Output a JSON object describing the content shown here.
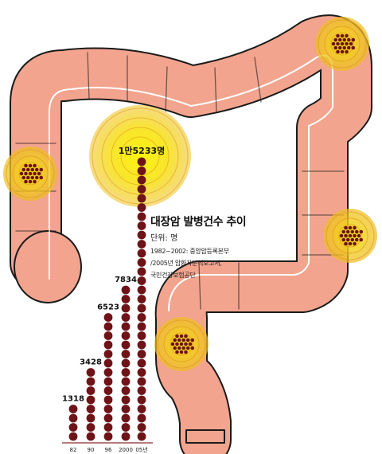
{
  "chart_data": {
    "type": "bar",
    "title": "대장암 발병건수 추이",
    "unit": "단위: 명",
    "sources": [
      "1982~2002: 중앙암등록본부",
      "/2005년 암환자분석보고서,",
      "국민건강보험공단"
    ],
    "categories": [
      "82",
      "90",
      "96",
      "2000",
      "05년"
    ],
    "values": [
      1318,
      3428,
      6523,
      7834,
      15233
    ],
    "value_labels": [
      "1318",
      "3428",
      "6523",
      "7834",
      "1만5233명"
    ],
    "ylim": [
      0,
      15233
    ]
  },
  "colors": {
    "intestine": "#f2a48e",
    "intestine_outline": "#1a1a1a",
    "dot": "#6e1418",
    "highlight": "#f3e20c",
    "highlight_ring": "#e09a20"
  }
}
